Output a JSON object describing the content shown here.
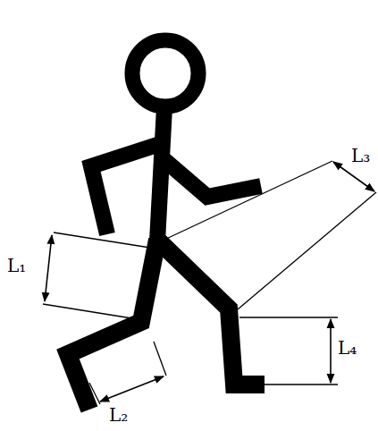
{
  "diagram": {
    "labels": [
      "L₁",
      "L₂",
      "L₃",
      "L₄"
    ]
  }
}
